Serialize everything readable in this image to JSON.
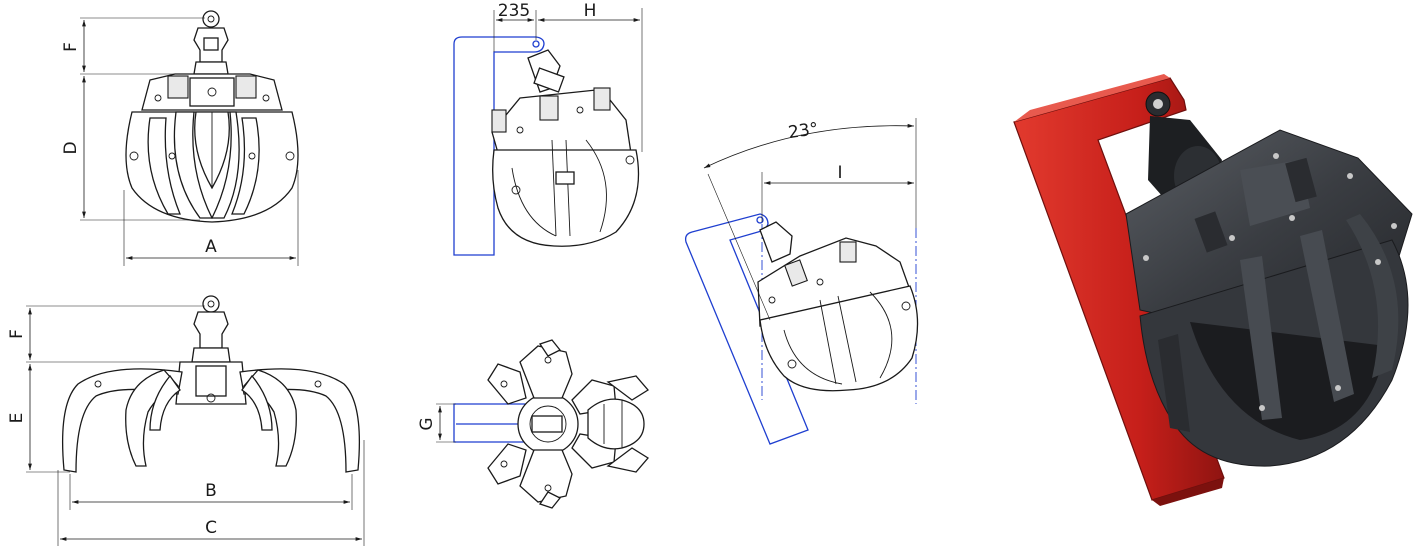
{
  "dimensions": {
    "A": "A",
    "B": "B",
    "C": "C",
    "D": "D",
    "E": "E",
    "F_top": "F",
    "F_bottom": "F",
    "G": "G",
    "H": "H",
    "I": "I",
    "offset": "235",
    "angle": "23°"
  },
  "colors": {
    "line": "#1a1a1a",
    "bracket": "#1f3fd0",
    "render_frame": "#c81e1e",
    "render_body": "#3a3d42"
  },
  "views": [
    "front-closed-view",
    "side-view",
    "front-open-view",
    "top-view",
    "tilted-view",
    "render-3d"
  ]
}
